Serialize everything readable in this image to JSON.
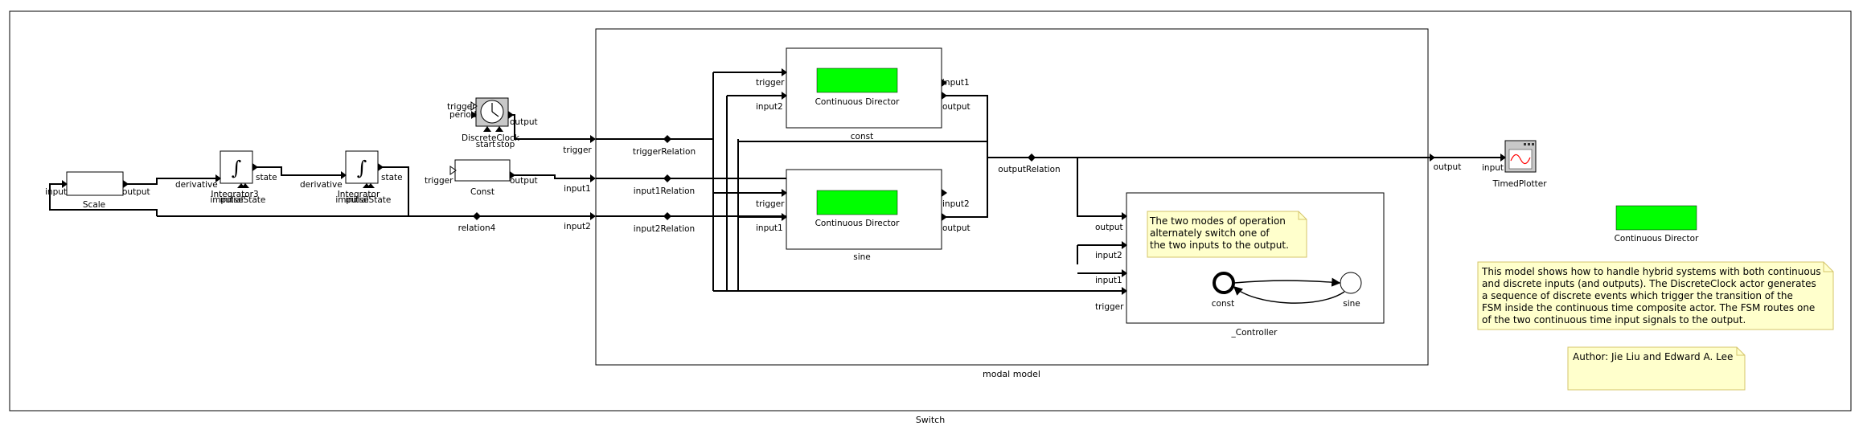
{
  "diagram": {
    "title": "Switch",
    "modal_model_title": "modal model",
    "director_label": "Continuous Director",
    "director_color": "#00ff00",
    "note_color": "#ffffcc",
    "note_border": "#d4c46a",
    "actors": {
      "scale": {
        "name": "Scale",
        "input": "input",
        "output": "output"
      },
      "integrator3": {
        "name": "Integrator3",
        "derivative": "derivative",
        "state": "state",
        "impulse": "impulse",
        "initialState": "initialState"
      },
      "integrator": {
        "name": "Integrator",
        "derivative": "derivative",
        "state": "state",
        "impulse": "impulse",
        "initialState": "initialState"
      },
      "clock": {
        "name": "DiscreteClock",
        "trigger": "trigger",
        "period": "period",
        "output": "output",
        "start": "start",
        "stop": "stop"
      },
      "const": {
        "name": "Const",
        "trigger": "trigger",
        "output": "output"
      },
      "plotter": {
        "name": "TimedPlotter",
        "input": "input"
      }
    },
    "relations": {
      "relation4": "relation4",
      "triggerRelation": "triggerRelation",
      "input1Relation": "input1Relation",
      "input2Relation": "input2Relation",
      "outputRelation": "outputRelation"
    },
    "modal_ports": {
      "trigger": "trigger",
      "input1": "input1",
      "input2": "input2",
      "output": "output"
    },
    "refinements": {
      "const": {
        "name": "const",
        "trigger": "trigger",
        "input2": "input2",
        "input1": "input1",
        "output": "output"
      },
      "sine": {
        "name": "sine",
        "trigger": "trigger",
        "input1": "input1",
        "input2": "input2",
        "output": "output"
      }
    },
    "controller": {
      "name": "_Controller",
      "ports": {
        "output": "output",
        "input2": "input2",
        "input1": "input1",
        "trigger": "trigger"
      },
      "states": {
        "const": "const",
        "sine": "sine"
      },
      "note": [
        "The two modes of operation",
        "alternately switch one of",
        "the two inputs to the output."
      ]
    },
    "notes": {
      "description": [
        "This model shows how to handle hybrid systems with both continuous",
        "and discrete inputs (and outputs). The DiscreteClock actor generates",
        "a sequence of discrete events which trigger the transition of the",
        "FSM inside the continuous time composite actor. The FSM routes one",
        "of the two continuous time input signals to the output."
      ],
      "author": "Author: Jie Liu and Edward A. Lee"
    }
  }
}
